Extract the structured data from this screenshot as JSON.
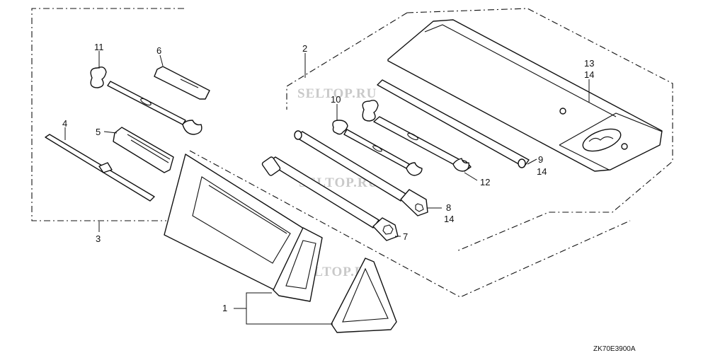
{
  "diagram": {
    "callouts": {
      "c1": "1",
      "c2": "2",
      "c3": "3",
      "c4": "4",
      "c5": "5",
      "c6": "6",
      "c7": "7",
      "c8a": "8",
      "c8b": "14",
      "c9a": "9",
      "c9b": "14",
      "c10": "10",
      "c11": "11",
      "c12": "12",
      "c13a": "13",
      "c13b": "14"
    },
    "watermarks": [
      "SELTOP.RU",
      "SELTOP.RU",
      "SELTOP.RU"
    ],
    "drawing_code": "ZK70E3900A"
  }
}
